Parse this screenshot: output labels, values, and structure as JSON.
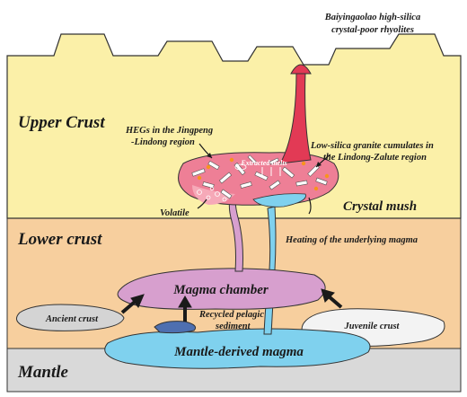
{
  "labels": {
    "rhyolite_line1": "Baiyingaolao high-silica",
    "rhyolite_line2": "crystal-poor rhyolites",
    "upper_crust": "Upper Crust",
    "hegs_line1": "HEGs in the Jingpeng",
    "hegs_line2": "-Lindong region",
    "cumulate_line1": "Low-silica granite cumulates in",
    "cumulate_line2": "the Lindong-Zalute region",
    "extracted_melts": "Extracted melts",
    "volatile": "Volatile",
    "crystal_mush": "Crystal mush",
    "lower_crust": "Lower crust",
    "heating": "Heating of the underlying magma",
    "magma_chamber": "Magma chamber",
    "ancient_crust": "Ancient crust",
    "recycled_line1": "Recycled pelagic",
    "recycled_line2": "sediment",
    "juvenile_crust": "Juvenile crust",
    "mantle_magma": "Mantle-derived  magma",
    "mantle": "Mantle"
  },
  "colors": {
    "upper_crust": "#fbf0a8",
    "lower_crust": "#f7cf9e",
    "mantle": "#d9d9d9",
    "rhyolite": "#e23a55",
    "crystal_mush": "#ee7f96",
    "magma_chamber": "#d79fce",
    "mantle_magma": "#7fd1ee",
    "crust_blobs": "#d4d4d4",
    "sediment": "#4e6fb0"
  }
}
